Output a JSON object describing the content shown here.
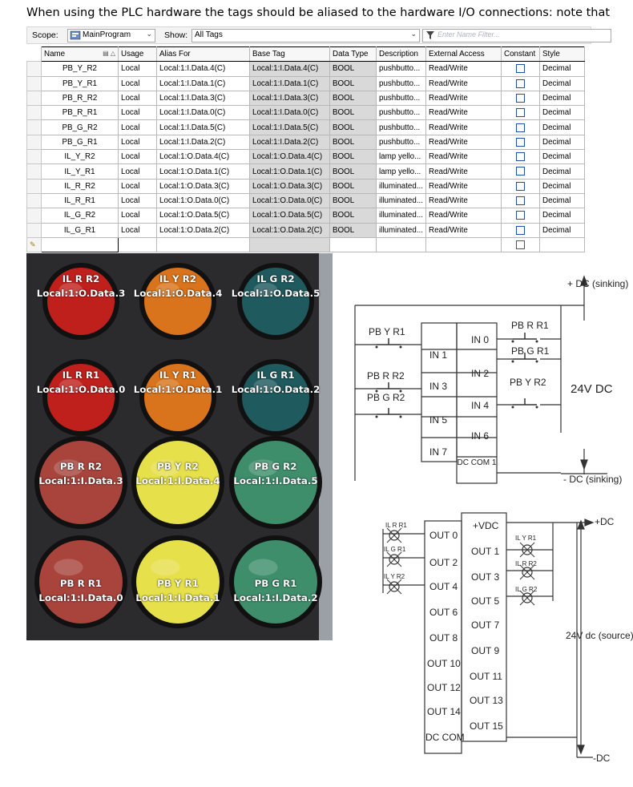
{
  "intro_text": "When using the PLC hardware the tags should be aliased to the hardware I/O connections: note that",
  "toolbar": {
    "scope_label": "Scope:",
    "scope_value": "MainProgram",
    "show_label": "Show:",
    "show_value": "All Tags",
    "filter_placeholder": "Enter Name Filter..."
  },
  "columns": [
    "Name",
    "Usage",
    "Alias For",
    "Base Tag",
    "Data Type",
    "Description",
    "External Access",
    "Constant",
    "Style"
  ],
  "rows": [
    {
      "name": "PB_Y_R2",
      "usage": "Local",
      "alias": "Local:1:I.Data.4(C)",
      "base": "Local:1:I.Data.4(C)",
      "type": "BOOL",
      "desc": "pushbutto...",
      "access": "Read/Write",
      "style": "Decimal"
    },
    {
      "name": "PB_Y_R1",
      "usage": "Local",
      "alias": "Local:1:I.Data.1(C)",
      "base": "Local:1:I.Data.1(C)",
      "type": "BOOL",
      "desc": "pushbutto...",
      "access": "Read/Write",
      "style": "Decimal"
    },
    {
      "name": "PB_R_R2",
      "usage": "Local",
      "alias": "Local:1:I.Data.3(C)",
      "base": "Local:1:I.Data.3(C)",
      "type": "BOOL",
      "desc": "pushbutto...",
      "access": "Read/Write",
      "style": "Decimal"
    },
    {
      "name": "PB_R_R1",
      "usage": "Local",
      "alias": "Local:1:I.Data.0(C)",
      "base": "Local:1:I.Data.0(C)",
      "type": "BOOL",
      "desc": "pushbutto...",
      "access": "Read/Write",
      "style": "Decimal"
    },
    {
      "name": "PB_G_R2",
      "usage": "Local",
      "alias": "Local:1:I.Data.5(C)",
      "base": "Local:1:I.Data.5(C)",
      "type": "BOOL",
      "desc": "pushbutto...",
      "access": "Read/Write",
      "style": "Decimal"
    },
    {
      "name": "PB_G_R1",
      "usage": "Local",
      "alias": "Local:1:I.Data.2(C)",
      "base": "Local:1:I.Data.2(C)",
      "type": "BOOL",
      "desc": "pushbutto...",
      "access": "Read/Write",
      "style": "Decimal"
    },
    {
      "name": "IL_Y_R2",
      "usage": "Local",
      "alias": "Local:1:O.Data.4(C)",
      "base": "Local:1:O.Data.4(C)",
      "type": "BOOL",
      "desc": "lamp yello...",
      "access": "Read/Write",
      "style": "Decimal"
    },
    {
      "name": "IL_Y_R1",
      "usage": "Local",
      "alias": "Local:1:O.Data.1(C)",
      "base": "Local:1:O.Data.1(C)",
      "type": "BOOL",
      "desc": "lamp yello...",
      "access": "Read/Write",
      "style": "Decimal"
    },
    {
      "name": "IL_R_R2",
      "usage": "Local",
      "alias": "Local:1:O.Data.3(C)",
      "base": "Local:1:O.Data.3(C)",
      "type": "BOOL",
      "desc": "illuminated...",
      "access": "Read/Write",
      "style": "Decimal"
    },
    {
      "name": "IL_R_R1",
      "usage": "Local",
      "alias": "Local:1:O.Data.0(C)",
      "base": "Local:1:O.Data.0(C)",
      "type": "BOOL",
      "desc": "illuminated...",
      "access": "Read/Write",
      "style": "Decimal"
    },
    {
      "name": "IL_G_R2",
      "usage": "Local",
      "alias": "Local:1:O.Data.5(C)",
      "base": "Local:1:O.Data.5(C)",
      "type": "BOOL",
      "desc": "illuminated...",
      "access": "Read/Write",
      "style": "Decimal"
    },
    {
      "name": "IL_G_R1",
      "usage": "Local",
      "alias": "Local:1:O.Data.2(C)",
      "base": "Local:1:O.Data.2(C)",
      "type": "BOOL",
      "desc": "illuminated...",
      "access": "Read/Write",
      "style": "Decimal"
    }
  ],
  "photo": {
    "labels": [
      {
        "title": "IL R R2",
        "addr": "Local:1:O.Data.3",
        "color": "#c0201c"
      },
      {
        "title": "IL Y R2",
        "addr": "Local:1:O.Data.4",
        "color": "#d9741c"
      },
      {
        "title": "IL G R2",
        "addr": "Local:1:O.Data.5",
        "color": "#1f5a5e"
      },
      {
        "title": "IL R R1",
        "addr": "Local:1:O.Data.0",
        "color": "#c0201c"
      },
      {
        "title": "IL Y R1",
        "addr": "Local:1:O.Data.1",
        "color": "#d9741c"
      },
      {
        "title": "IL G R1",
        "addr": "Local:1:O.Data.2",
        "color": "#1f5a5e"
      },
      {
        "title": "PB R R2",
        "addr": "Local:1:I.Data.3",
        "color": "#a8443c"
      },
      {
        "title": "PB Y R2",
        "addr": "Local:1:I.Data.4",
        "color": "#e6e04a"
      },
      {
        "title": "PB G R2",
        "addr": "Local:1:I.Data.5",
        "color": "#3e8e6c"
      },
      {
        "title": "PB R R1",
        "addr": "Local:1:I.Data.0",
        "color": "#a8443c"
      },
      {
        "title": "PB Y R1",
        "addr": "Local:1:I.Data.1",
        "color": "#e6e04a"
      },
      {
        "title": "PB G R1",
        "addr": "Local:1:I.Data.2",
        "color": "#3e8e6c"
      }
    ]
  },
  "input_diagram": {
    "supply_top": "+ DC (sinking)",
    "supply_mid": "24V DC",
    "supply_bottom": "- DC (sinking)",
    "terminals_left": [
      "IN 1",
      "IN 3",
      "IN 5",
      "IN 7"
    ],
    "terminals_right": [
      "IN 0",
      "IN 2",
      "IN 4",
      "IN 6",
      "DC COM 1"
    ],
    "buttons_left": [
      "PB Y R1",
      "PB R R2",
      "PB G R2"
    ],
    "buttons_right": [
      "PB R R1",
      "PB G R1",
      "PB Y R2"
    ]
  },
  "output_diagram": {
    "supply_top": "+DC",
    "supply_mid": "24V dc (source)",
    "supply_bottom": "-DC",
    "terminals_left": [
      "OUT 0",
      "OUT 2",
      "OUT 4",
      "OUT 6",
      "OUT 8",
      "OUT 10",
      "OUT 12",
      "OUT 14",
      "DC COM"
    ],
    "terminals_right": [
      "+VDC",
      "OUT 1",
      "OUT 3",
      "OUT 5",
      "OUT 7",
      "OUT 9",
      "OUT 11",
      "OUT 13",
      "OUT 15"
    ],
    "lamps_left": [
      "IL R R1",
      "IL G R1",
      "IL Y R2"
    ],
    "lamps_right": [
      "IL Y R1",
      "IL R R2",
      "IL G R2"
    ]
  }
}
